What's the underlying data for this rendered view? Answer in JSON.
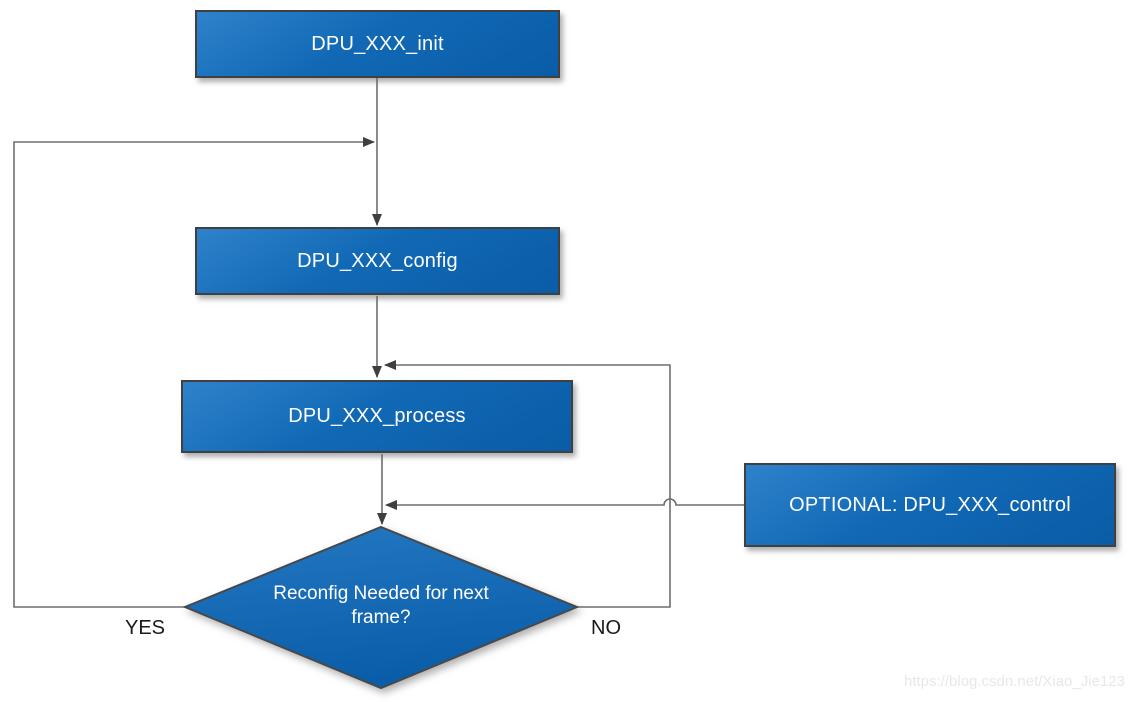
{
  "flowchart": {
    "nodes": {
      "init": {
        "label": "DPU_XXX_init",
        "shape": "rect"
      },
      "config": {
        "label": "DPU_XXX_config",
        "shape": "rect"
      },
      "process": {
        "label": "DPU_XXX_process",
        "shape": "rect"
      },
      "decision": {
        "label": "Reconfig Needed for next frame?",
        "shape": "diamond"
      },
      "control": {
        "label": "OPTIONAL: DPU_XXX_control",
        "shape": "rect"
      }
    },
    "edges": [
      {
        "from": "init",
        "to": "config"
      },
      {
        "from": "config",
        "to": "process"
      },
      {
        "from": "process",
        "to": "decision"
      },
      {
        "from": "decision",
        "to": "config",
        "label": "YES"
      },
      {
        "from": "decision",
        "to": "process",
        "label": "NO"
      },
      {
        "from": "control",
        "to": "decision"
      }
    ],
    "edge_labels": {
      "yes": "YES",
      "no": "NO"
    }
  },
  "watermark": "https://blog.csdn.net/Xiao_Jie123",
  "colors": {
    "node_fill_light": "#2e82ca",
    "node_fill_dark": "#0a5ca6",
    "node_border": "#404040",
    "node_text": "#ffffff",
    "connector": "#6e6e6e",
    "arrowhead": "#3f3f3f",
    "edge_label_text": "#1a1a1a",
    "watermark_text": "#e8e8e8",
    "background": "#ffffff"
  }
}
